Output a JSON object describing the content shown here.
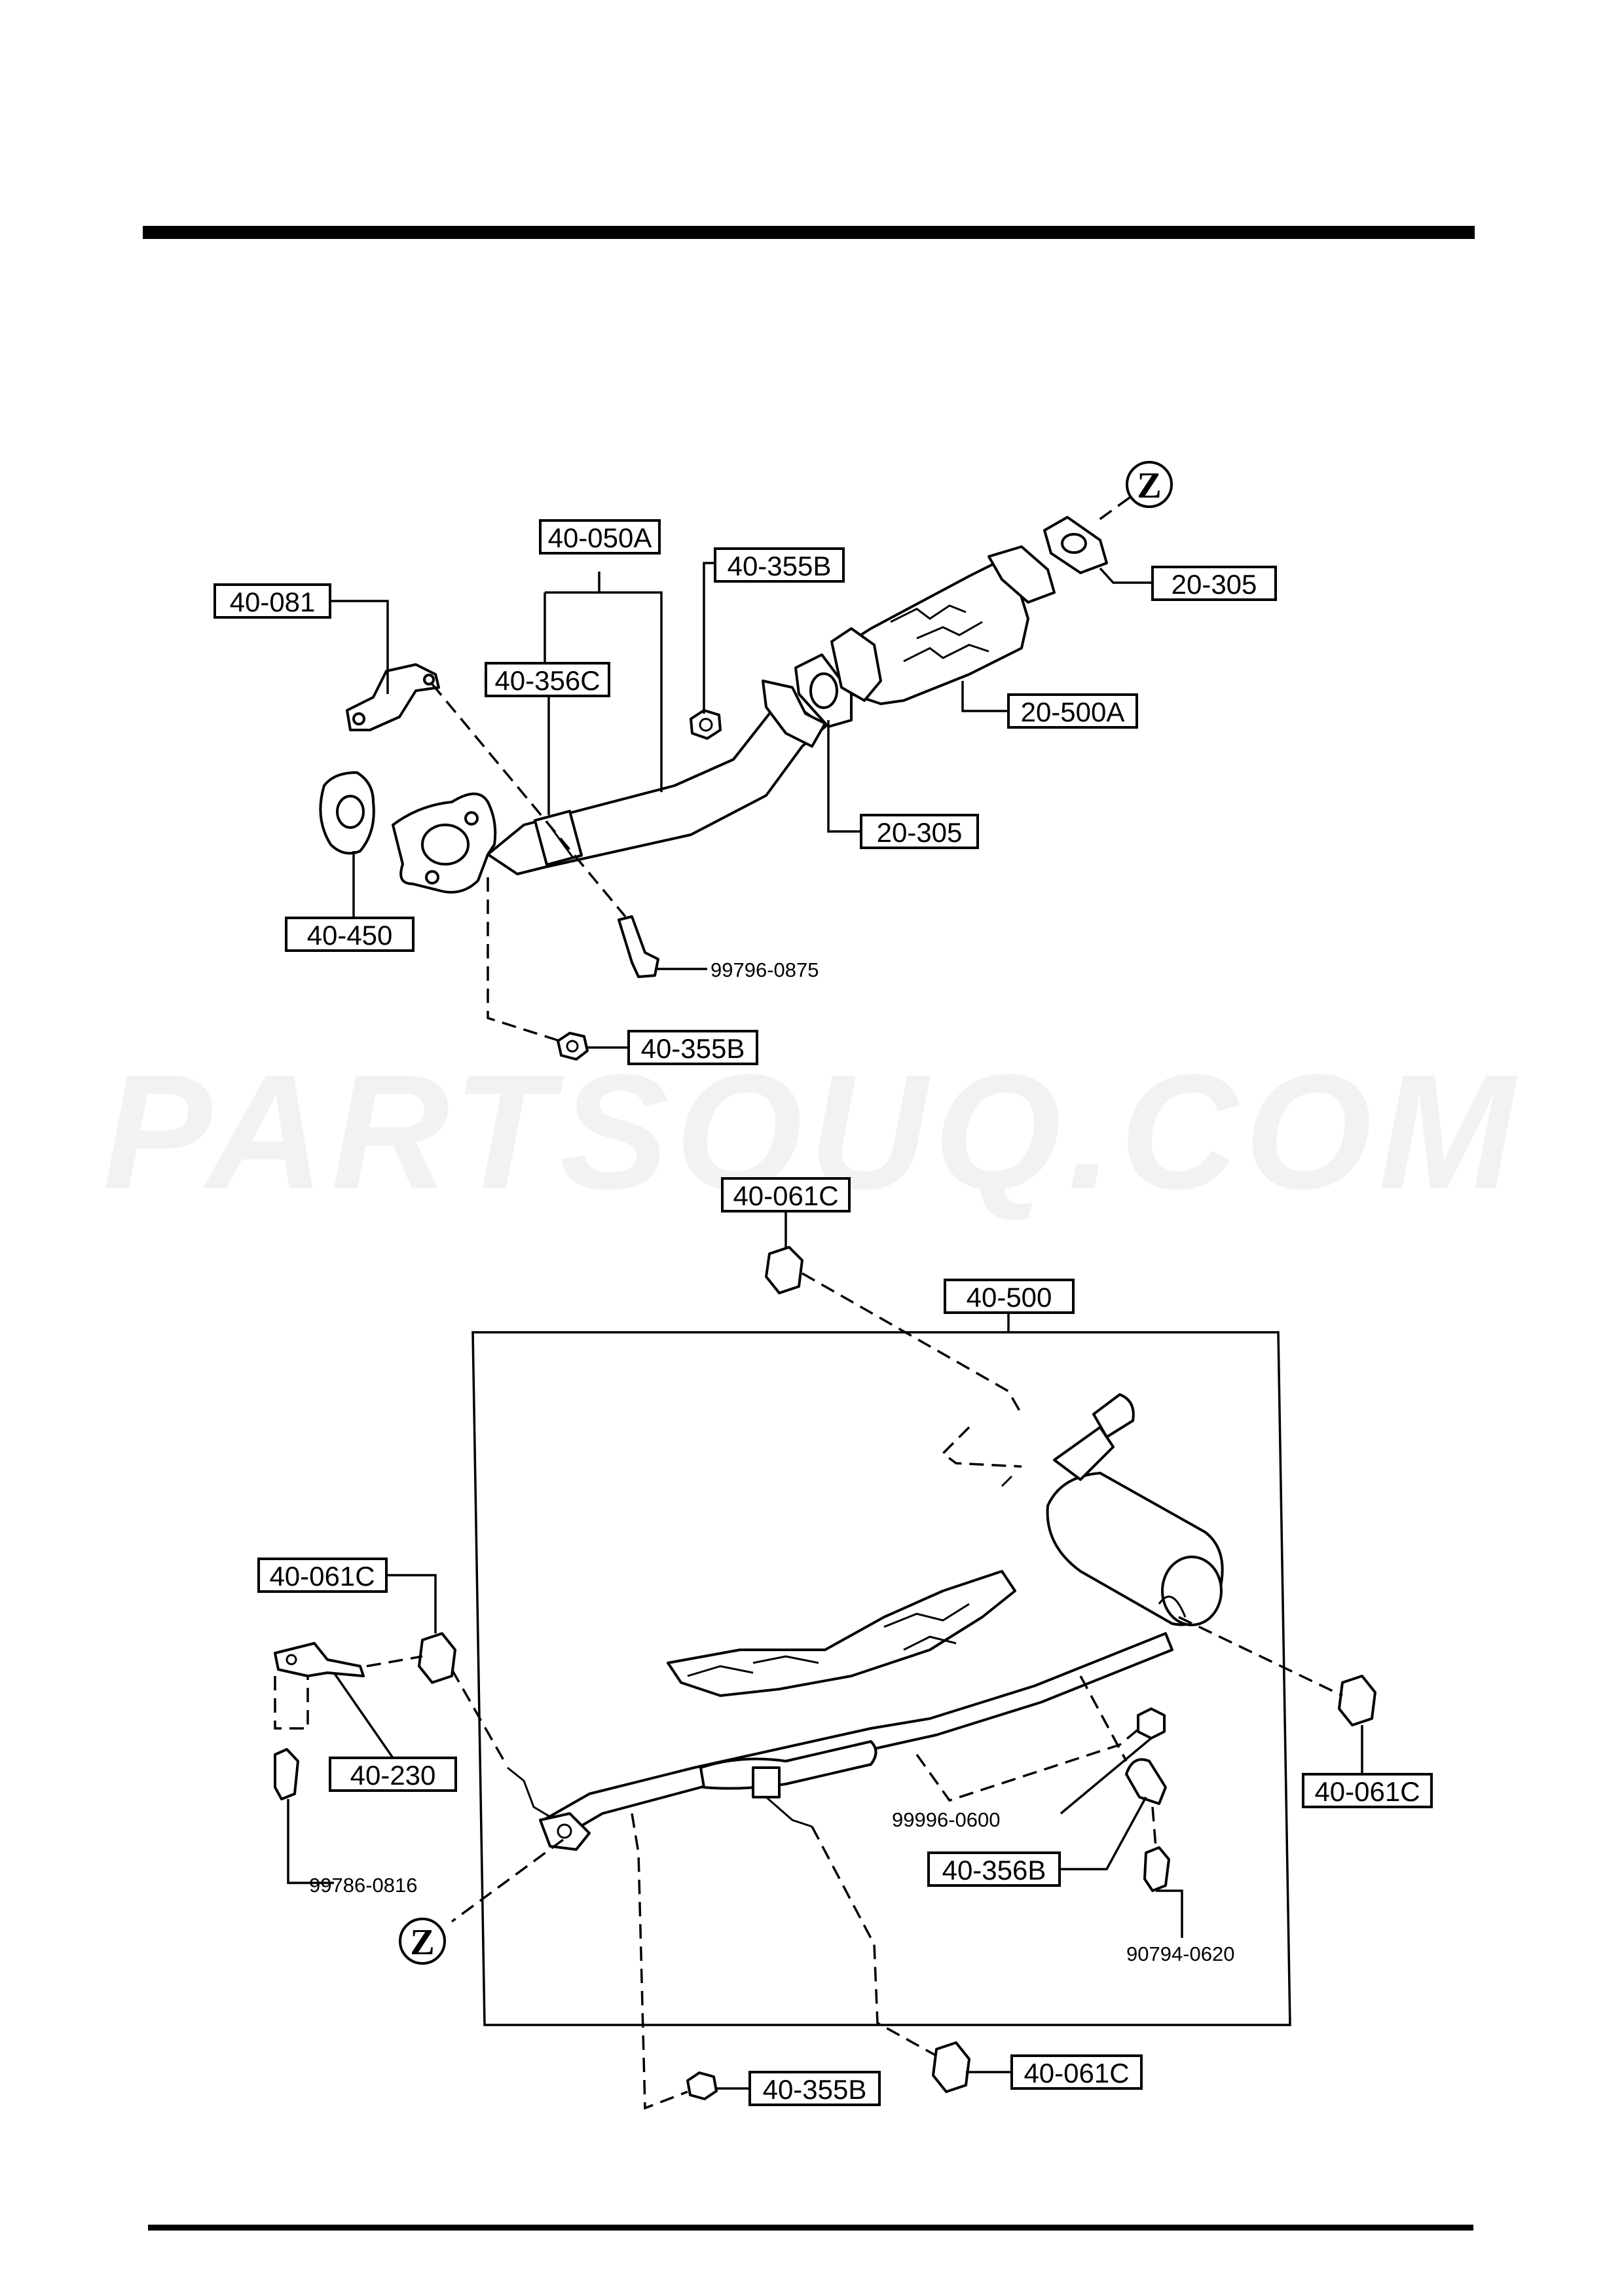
{
  "watermark": "PARTSOUQ.COM",
  "upper_assembly": {
    "labels": {
      "front_pipe": "40-050A",
      "hanger_bracket": "40-081",
      "clamp": "40-356C",
      "nut_top": "40-355B",
      "gasket_front": "40-450",
      "gasket_cat_front": "20-305",
      "gasket_cat_rear": "20-305",
      "catalytic_converter": "20-500A",
      "nut_bottom": "40-355B"
    },
    "bolt_number": "99796-0875",
    "ref_mark": "Z"
  },
  "lower_assembly": {
    "labels": {
      "rubber_hanger_top": "40-061C",
      "main_silencer": "40-500",
      "rubber_hanger_left": "40-061C",
      "bracket": "40-230",
      "rubber_hanger_right": "40-061C",
      "clamp": "40-356B",
      "nut": "40-355B",
      "rubber_hanger_bottom": "40-061C"
    },
    "bolt_left_number": "99786-0816",
    "nut_number": "99996-0600",
    "bolt_right_number": "90794-0620",
    "ref_mark": "Z"
  }
}
